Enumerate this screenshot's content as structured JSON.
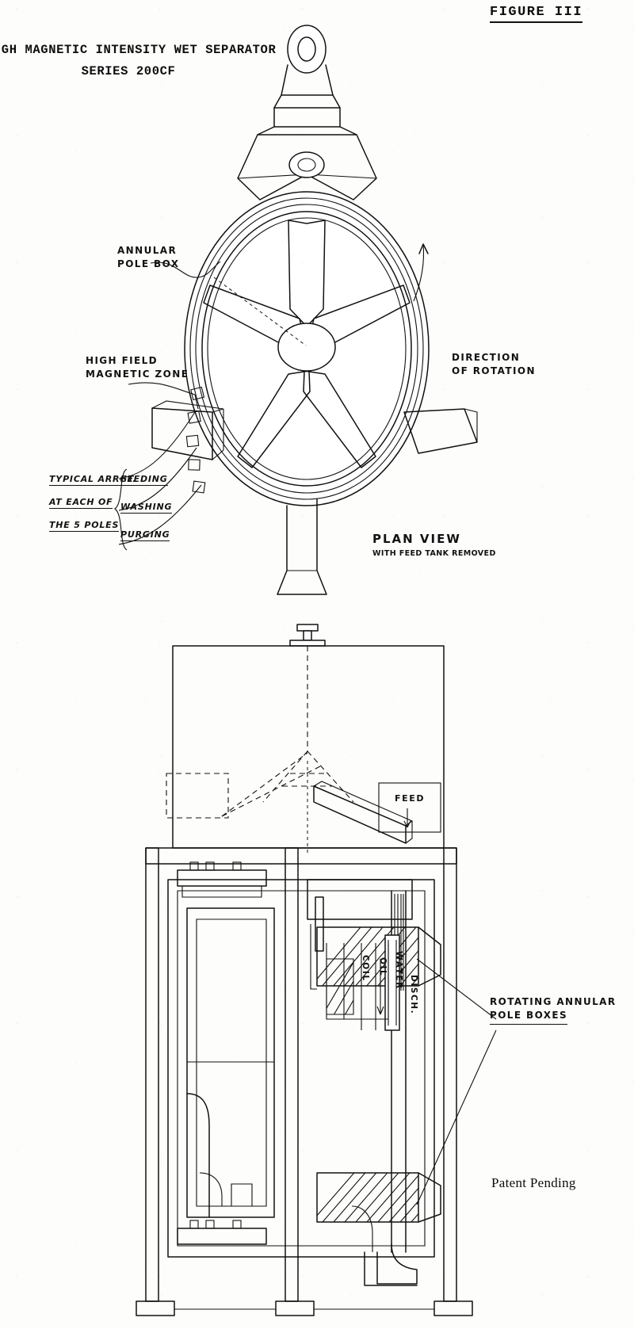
{
  "figure": {
    "label": "FIGURE III"
  },
  "title": {
    "line1": "HIGH MAGNETIC INTENSITY WET SEPARATOR",
    "line2": "SERIES 200CF"
  },
  "plan_view": {
    "caption_line1": "PLAN VIEW",
    "caption_line2": "WITH FEED TANK REMOVED",
    "callouts": {
      "annular_pole_box_line1": "ANNULAR",
      "annular_pole_box_line2": "POLE BOX",
      "high_field_line1": "HIGH FIELD",
      "high_field_line2": "MAGNETIC ZONE",
      "direction_line1": "DIRECTION",
      "direction_line2": "OF ROTATION"
    },
    "typical_arrangement": {
      "line1": "TYPICAL ARRGT.",
      "line2": "AT EACH OF",
      "line3": "THE 5 POLES",
      "items": [
        "FEEDING",
        "WASHING",
        "PURGING"
      ]
    }
  },
  "section_view": {
    "feed_label": "FEED",
    "stack_labels": [
      "COIL",
      "OIL",
      "WATER",
      "DISCH."
    ],
    "rotating_callout_line1": "ROTATING ANNULAR",
    "rotating_callout_line2": "POLE BOXES"
  },
  "footer": {
    "patent_pending": "Patent Pending"
  },
  "colors": {
    "ink": "#111111",
    "paper": "#fdfdfb"
  }
}
